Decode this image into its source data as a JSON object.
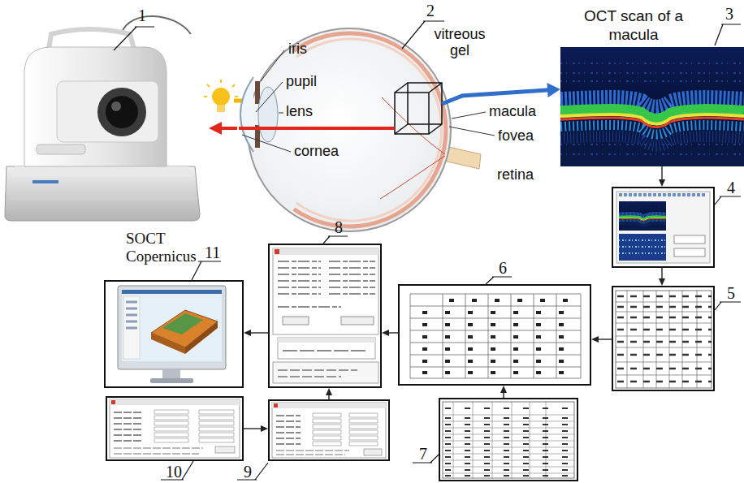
{
  "diagram": {
    "nodes": [
      {
        "text": [
          "1",
          "SOCT Copernicus"
        ]
      },
      {
        "text": [
          "2"
        ]
      },
      {
        "text": [
          "3",
          "OCT scan of a macula"
        ]
      },
      {
        "text": [
          "4"
        ]
      },
      {
        "text": [
          "5"
        ]
      },
      {
        "text": [
          "6"
        ]
      },
      {
        "text": [
          "7"
        ]
      },
      {
        "text": [
          "8"
        ]
      },
      {
        "text": [
          "9"
        ]
      },
      {
        "text": [
          "10"
        ]
      },
      {
        "text": [
          "11"
        ]
      }
    ],
    "edges": [
      {
        "from": 1,
        "to": 0,
        "arrow": "to"
      },
      {
        "from": 1,
        "to": 2,
        "arrow": "to"
      },
      {
        "from": 2,
        "to": 3,
        "arrow": "to"
      },
      {
        "from": 3,
        "to": 4,
        "arrow": "to"
      },
      {
        "from": 4,
        "to": 5,
        "arrow": "to"
      },
      {
        "from": 6,
        "to": 5,
        "arrow": "to"
      },
      {
        "from": 5,
        "to": 7,
        "arrow": "to"
      },
      {
        "from": 8,
        "to": 7,
        "arrow": "to"
      },
      {
        "from": 9,
        "to": 8,
        "arrow": "to"
      },
      {
        "from": 7,
        "to": 10,
        "arrow": "to"
      }
    ],
    "labels": [
      "iris",
      "pupil",
      "lens",
      "cornea",
      "vitreous gel",
      "macula",
      "fovea",
      "retina"
    ]
  }
}
